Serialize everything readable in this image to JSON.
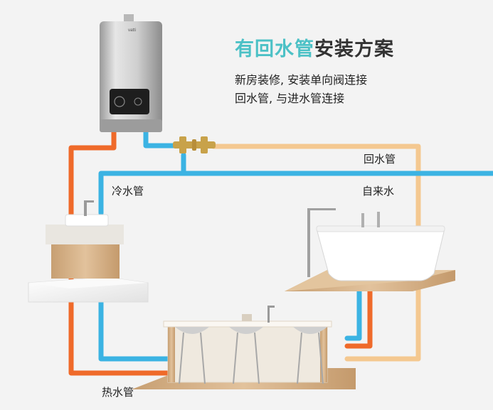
{
  "title": {
    "highlight": "有回水管",
    "rest": "安装方案"
  },
  "description": [
    "新房装修, 安装单向阀连接",
    "回水管, 与进水管连接"
  ],
  "labels": {
    "return_pipe": "回水管",
    "tap_water": "自来水",
    "cold_pipe": "冷水管",
    "hot_pipe": "热水管"
  },
  "heater_brand": "vatti",
  "colors": {
    "title_accent": "#4cc1c6",
    "hot_pipe": "#ef6a2a",
    "cold_pipe": "#3bb3e3",
    "return_pipe": "#f4c890",
    "valve": "#c8a24a",
    "wood": "#d9b48a",
    "background": "#f4f4f4"
  },
  "icons": [
    "water-heater-icon",
    "check-valve-icon",
    "washbasin-icon",
    "bathtub-icon",
    "kitchen-island-icon",
    "bar-stool-icon",
    "faucet-icon"
  ]
}
